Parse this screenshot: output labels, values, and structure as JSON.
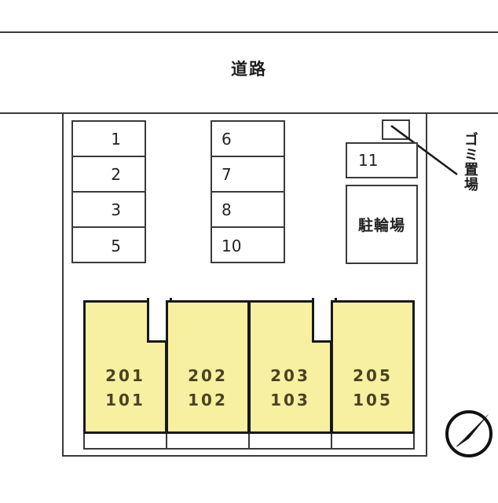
{
  "site_plan": {
    "road": {
      "label": "道路"
    },
    "parking_stacks": [
      {
        "name": "left-stack",
        "cells": [
          "1",
          "2",
          "3",
          "5"
        ]
      },
      {
        "name": "right-stack",
        "cells": [
          "6",
          "7",
          "8",
          "10"
        ]
      }
    ],
    "facilities": [
      {
        "name": "parking-11",
        "label": "11"
      },
      {
        "name": "bicycle-parking",
        "label": "駐輪場"
      },
      {
        "name": "garbage-area",
        "label": "ゴミ置場"
      }
    ],
    "building": {
      "units": [
        {
          "upper": "201",
          "lower": "101"
        },
        {
          "upper": "202",
          "lower": "102"
        },
        {
          "upper": "203",
          "lower": "103"
        },
        {
          "upper": "205",
          "lower": "105"
        }
      ]
    },
    "compass": {
      "label": "north-arrow"
    },
    "colors": {
      "unit_fill": "#f6f0a0",
      "unit_stroke": "#181818",
      "line": "#3a3a3a",
      "text": "#1c1c1c"
    }
  }
}
